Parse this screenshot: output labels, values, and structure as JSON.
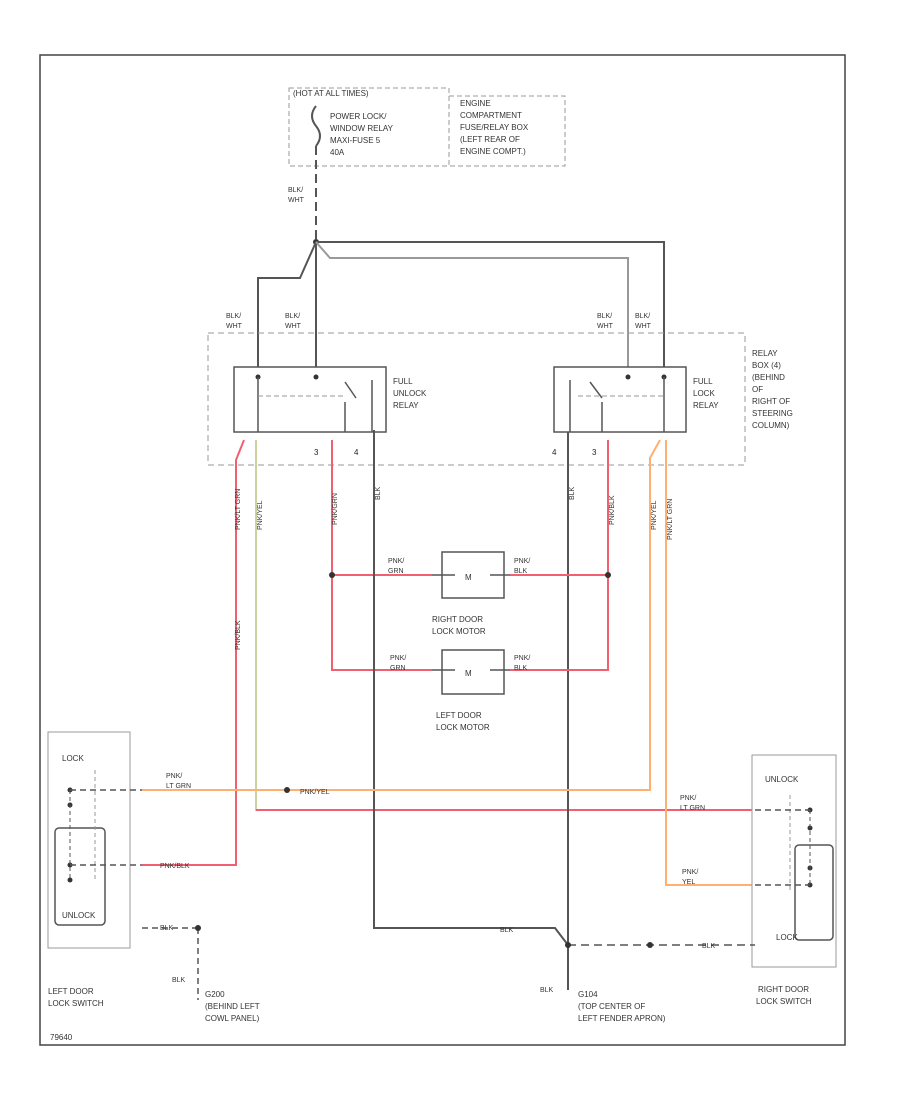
{
  "fuse": {
    "hot_line": "(HOT AT ALL TIMES)",
    "fuse_line1": "POWER LOCK/",
    "fuse_line2": "WINDOW RELAY",
    "fuse_line3": "MAXI-FUSE 5",
    "fuse_line4": "40A",
    "box_line1": "ENGINE",
    "box_line2": "COMPARTMENT",
    "box_line3": "FUSE/RELAY BOX",
    "box_line4": "(LEFT REAR OF",
    "box_line5": "ENGINE COMPT.)"
  },
  "wires": {
    "main_c1": "BLK/",
    "main_c2": "WHT",
    "ul_a1": "BLK/",
    "ul_a2": "WHT",
    "ul_b1": "BLK/",
    "ul_b2": "WHT",
    "lk_a1": "BLK/",
    "lk_a2": "WHT",
    "lk_b1": "BLK/",
    "lk_b2": "WHT",
    "v_ul_1": "PNK/LT GRN",
    "v_ul_2": "PNK/YEL",
    "v_ul_3": "PNK/GRN",
    "v_ul_4": "BLK",
    "v_ul_5": "PNK/BLK",
    "v_lk_1": "BLK",
    "v_lk_2": "PNK/BLK",
    "v_lk_3": "PNK/YEL",
    "v_lk_4": "PNK/LT GRN",
    "rdm_left1": "PNK/",
    "rdm_left2": "GRN",
    "rdm_right1": "PNK/",
    "rdm_right2": "BLK",
    "ldm_left1": "PNK/",
    "ldm_left2": "GRN",
    "ldm_right1": "PNK/",
    "ldm_right2": "BLK",
    "lsw_lock1": "PNK/",
    "lsw_lock2": "LT GRN",
    "lsw_mid": "PNK/YEL",
    "lsw_unlock": "PNK/BLK",
    "lsw_gnd": "BLK",
    "lsw_gnd2": "BLK",
    "rsw_unlock1": "PNK/",
    "rsw_unlock2": "LT GRN",
    "rsw_lock1": "PNK/",
    "rsw_lock2": "YEL",
    "rsw_gnd": "BLK",
    "bottom_blk": "BLK",
    "g_right_blk": "BLK"
  },
  "relays": {
    "unlock_name1": "FULL",
    "unlock_name2": "UNLOCK",
    "unlock_name3": "RELAY",
    "unlock_pin3": "3",
    "unlock_pin4": "4",
    "lock_name1": "FULL",
    "lock_name2": "LOCK",
    "lock_name3": "RELAY",
    "lock_pin4": "4",
    "lock_pin3": "3",
    "box_line1": "RELAY",
    "box_line2": "BOX (4)",
    "box_line3": "(BEHIND",
    "box_line4": "OF",
    "box_line5": "RIGHT OF",
    "box_line6": "STEERING",
    "box_line7": "COLUMN)"
  },
  "motors": {
    "right_symbol": "M",
    "right_line1": "RIGHT DOOR",
    "right_line2": "LOCK MOTOR",
    "left_symbol": "M",
    "left_line1": "LEFT DOOR",
    "left_line2": "LOCK MOTOR"
  },
  "switches": {
    "left_lock": "LOCK",
    "left_unlock": "UNLOCK",
    "left_name1": "LEFT DOOR",
    "left_name2": "LOCK SWITCH",
    "right_unlock": "UNLOCK",
    "right_lock": "LOCK",
    "right_name1": "RIGHT DOOR",
    "right_name2": "LOCK SWITCH"
  },
  "grounds": {
    "left_id": "G200",
    "left_line1": "(BEHIND LEFT",
    "left_line2": "COWL PANEL)",
    "right_id": "G104",
    "right_line1": "(TOP CENTER OF",
    "right_line2": "LEFT FENDER APRON)"
  },
  "figure_id": "79640",
  "colors": {
    "wire_black": "#555555",
    "wire_pink": "#f06070",
    "wire_orange": "#ffb070",
    "wire_green": "#c8d4a0",
    "dash": "#999999"
  }
}
